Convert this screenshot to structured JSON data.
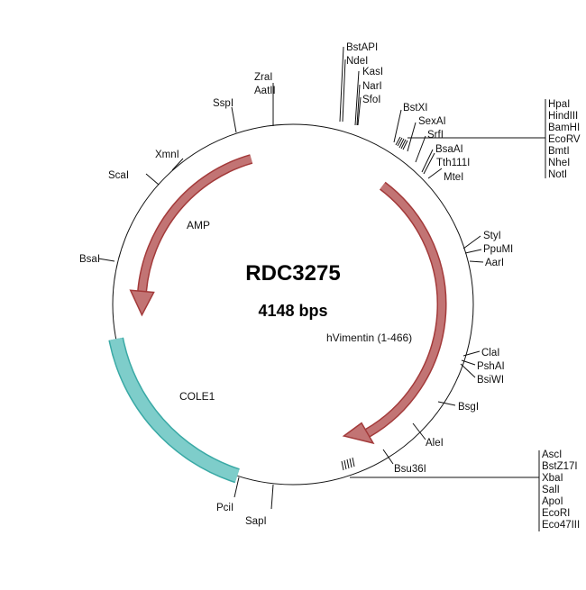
{
  "plasmid": {
    "name": "RDC3275",
    "size": "4148 bps"
  },
  "features": {
    "amp": "AMP",
    "vimentin": "hVimentin (1-466)",
    "cole1": "COLE1"
  },
  "colors": {
    "arrow_fill": "#c27474",
    "arrow_stroke": "#a33a3a",
    "ori_fill": "#7ecdca",
    "ori_stroke": "#3aa9a5"
  },
  "sites": {
    "top": [
      "BstAPI",
      "NdeI",
      "KasI",
      "NarI",
      "SfoI"
    ],
    "upper_right": [
      "BstXI",
      "SexAI",
      "SrfI",
      "BsaAI",
      "Tth111I",
      "MteI"
    ],
    "mcs1": [
      "HpaI",
      "HindIII",
      "BamHI",
      "EcoRV",
      "BmtI",
      "NheI",
      "NotI"
    ],
    "right": [
      "StyI",
      "PpuMI",
      "AarI",
      "ClaI",
      "PshAI",
      "BsiWI",
      "BsgI",
      "AleI",
      "Bsu36I"
    ],
    "mcs2": [
      "AscI",
      "BstZ17I",
      "XbaI",
      "SalI",
      "ApoI",
      "EcoRI",
      "Eco47III"
    ],
    "bottom": [
      "SapI",
      "PciI"
    ],
    "left": [
      "BsaI",
      "ScaI",
      "XmnI",
      "SspI",
      "ZraI",
      "AatII"
    ]
  }
}
